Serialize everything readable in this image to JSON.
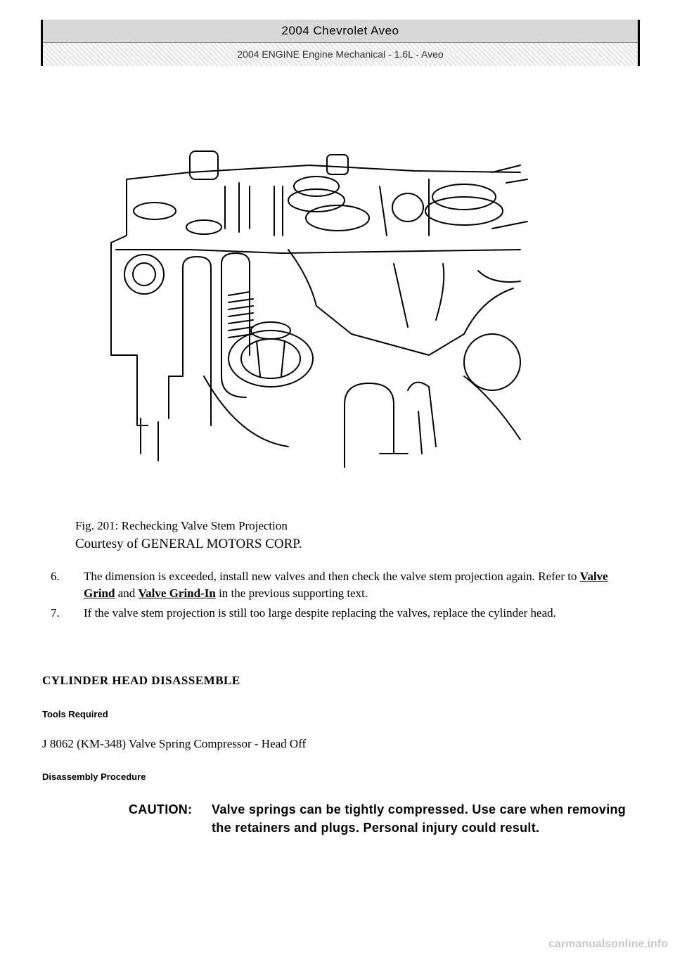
{
  "header": {
    "title": "2004 Chevrolet Aveo",
    "subtitle": "2004 ENGINE Engine Mechanical - 1.6L - Aveo"
  },
  "figure": {
    "caption_line1": "Fig. 201: Rechecking Valve Stem Projection",
    "caption_line2": "Courtesy of GENERAL MOTORS CORP."
  },
  "steps": [
    {
      "num": "6.",
      "text_before": "The dimension is exceeded, install new valves and then check the valve stem projection again. Refer to ",
      "link1": "Valve Grind",
      "text_mid": " and ",
      "link2": "Valve Grind-In",
      "text_after": " in the previous supporting text."
    },
    {
      "num": "7.",
      "text": "If the valve stem projection is still too large despite replacing the valves, replace the cylinder head."
    }
  ],
  "section": {
    "title": "CYLINDER HEAD DISASSEMBLE",
    "tools_heading": "Tools Required",
    "tool_item": "J 8062 (KM-348) Valve Spring Compressor - Head Off",
    "procedure_heading": "Disassembly Procedure"
  },
  "caution": {
    "label": "CAUTION:",
    "text": "Valve springs can be tightly compressed. Use care when removing the retainers and plugs. Personal injury could result."
  },
  "watermark": "carmanualsonline.info"
}
